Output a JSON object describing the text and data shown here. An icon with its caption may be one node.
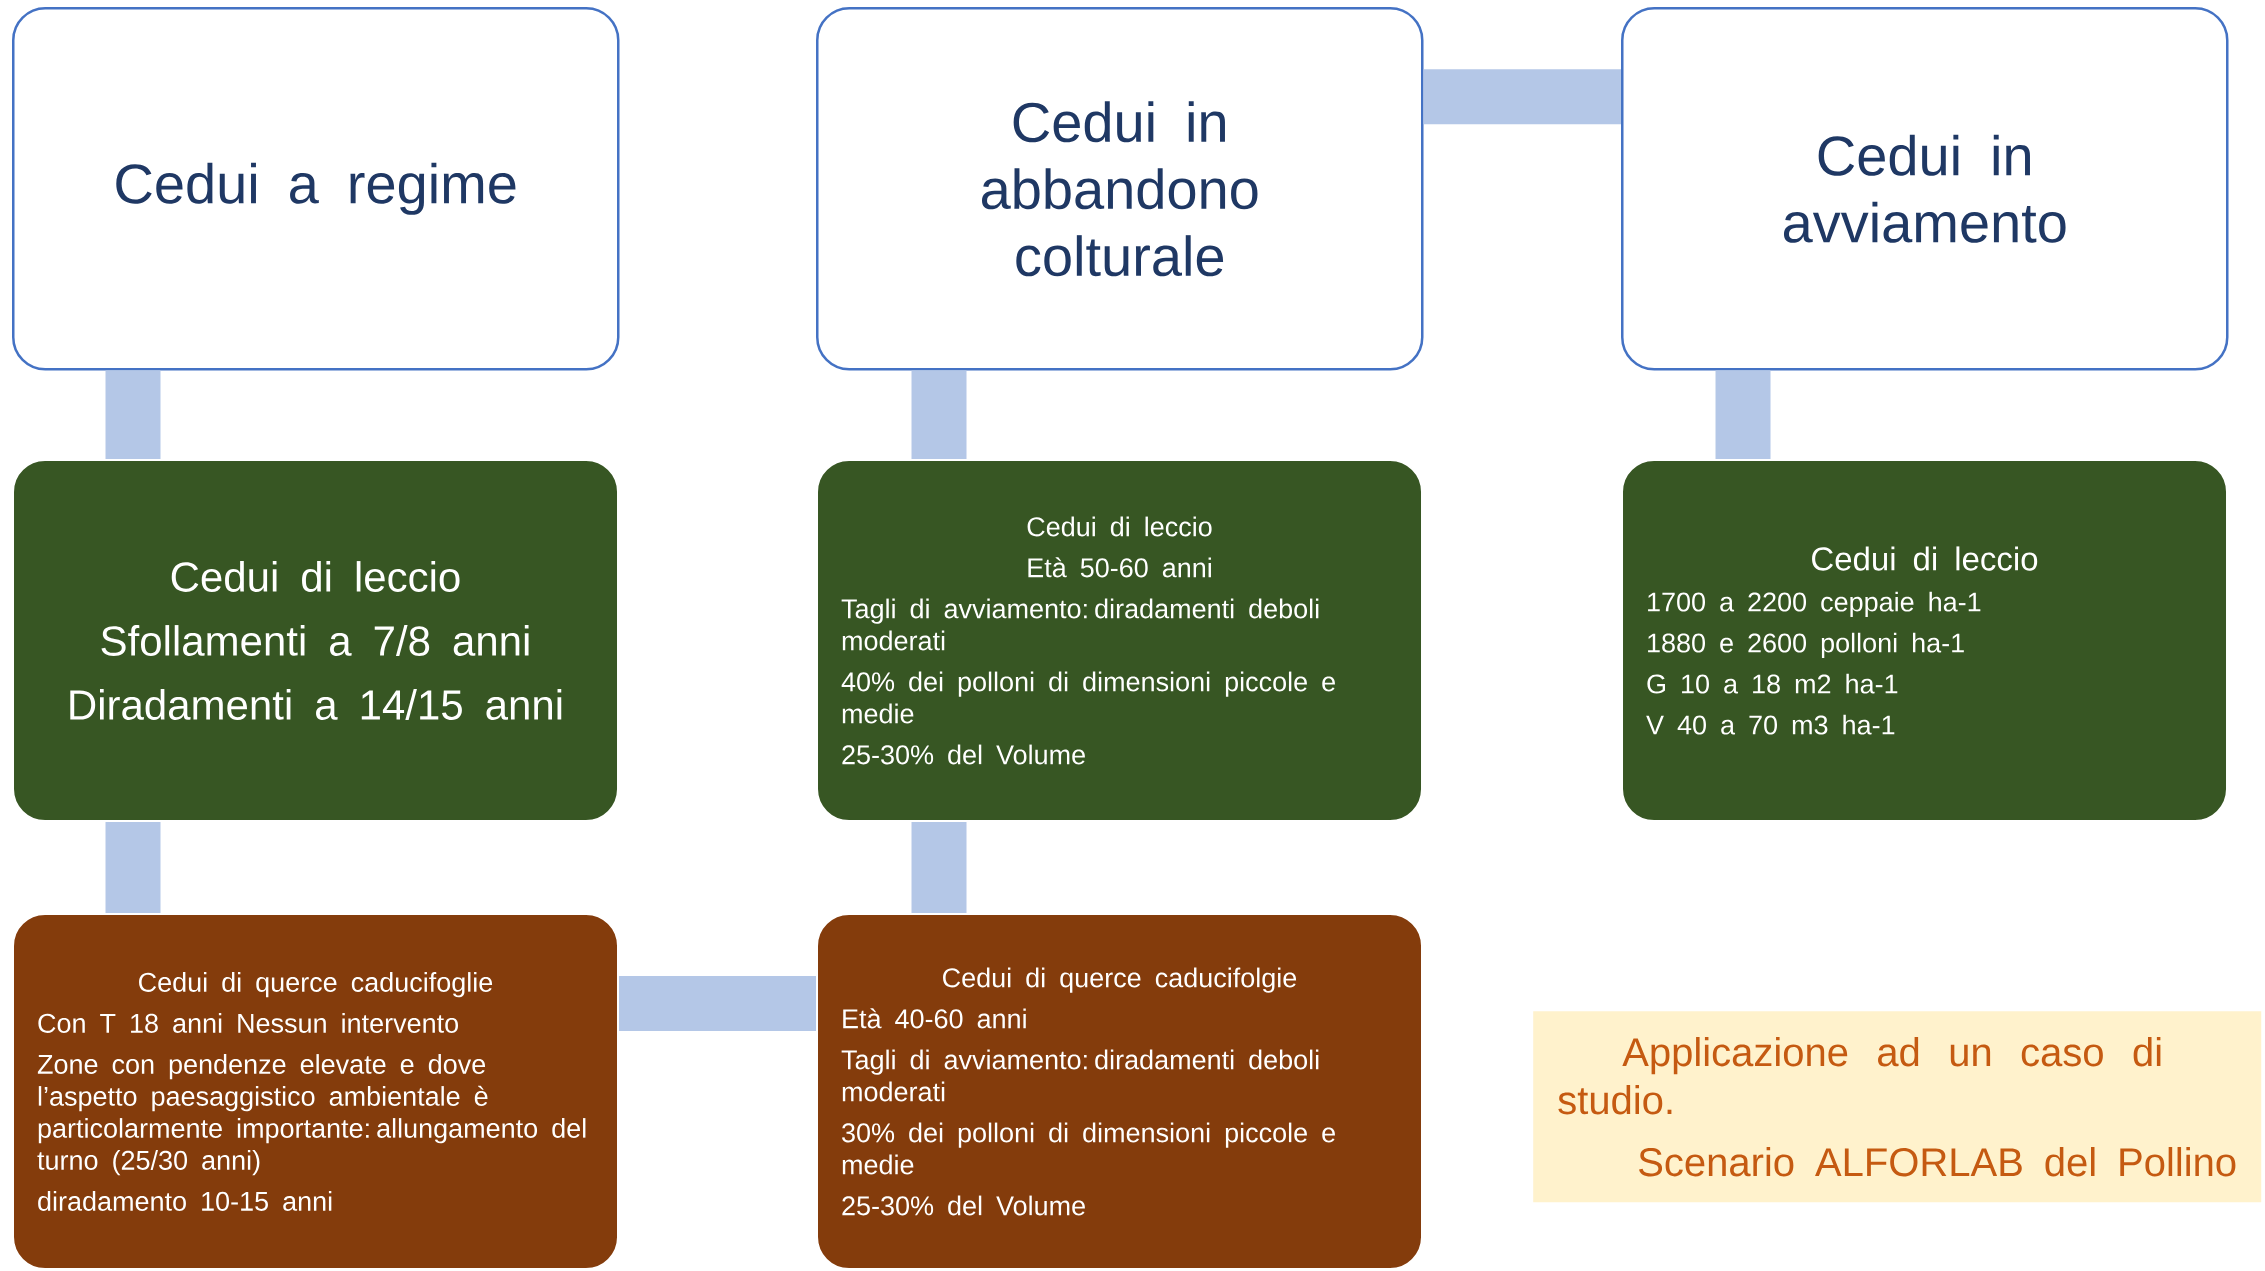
{
  "diagram": {
    "nodes": [
      {
        "text": [
          "Cedui a regime"
        ]
      },
      {
        "text": [
          "Cedui in abbandono colturale"
        ]
      },
      {
        "text": [
          "Cedui in avviamento"
        ]
      },
      {
        "text": [
          "Cedui di leccio",
          "Sfollamenti a 7/8 anni",
          "Diradamenti a 14/15 anni"
        ]
      },
      {
        "text": [
          "Cedui di leccio",
          "Età 50-60 anni",
          "Tagli di avviamento: diradamenti deboli moderati",
          "40% dei polloni di dimensioni piccole e medie",
          "25-30% del Volume"
        ]
      },
      {
        "text": [
          "Cedui di leccio",
          "1700 a 2200 ceppaie ha-1",
          "1880 e 2600 polloni ha-1",
          "G 10 a 18 m2  ha-1",
          "V  40 a 70 m3 ha-1"
        ]
      },
      {
        "text": [
          "Cedui di querce caducifoglie",
          "Con T 18 anni Nessun intervento",
          "Zone con pendenze elevate e dove l’aspetto paesaggistico ambientale è particolarmente importante: allungamento del turno (25/30 anni)",
          "diradamento  10-15 anni"
        ]
      },
      {
        "text": [
          "Cedui di querce caducifolgie",
          "Età 40-60 anni",
          "Tagli di avviamento: diradamenti deboli moderati",
          "30% dei polloni di dimensioni piccole e medie",
          "25-30% del Volume"
        ]
      },
      {
        "text": [
          "Applicazione ad un caso di studio.",
          "Scenario ALFORLAB del Pollino"
        ]
      }
    ],
    "edges": [
      {
        "from": 0,
        "to": 3,
        "arrow": "none"
      },
      {
        "from": 1,
        "to": 4,
        "arrow": "none"
      },
      {
        "from": 2,
        "to": 5,
        "arrow": "none"
      },
      {
        "from": 1,
        "to": 2,
        "arrow": "none"
      },
      {
        "from": 3,
        "to": 6,
        "arrow": "none"
      },
      {
        "from": 4,
        "to": 7,
        "arrow": "none"
      },
      {
        "from": 6,
        "to": 7,
        "arrow": "none"
      }
    ]
  }
}
